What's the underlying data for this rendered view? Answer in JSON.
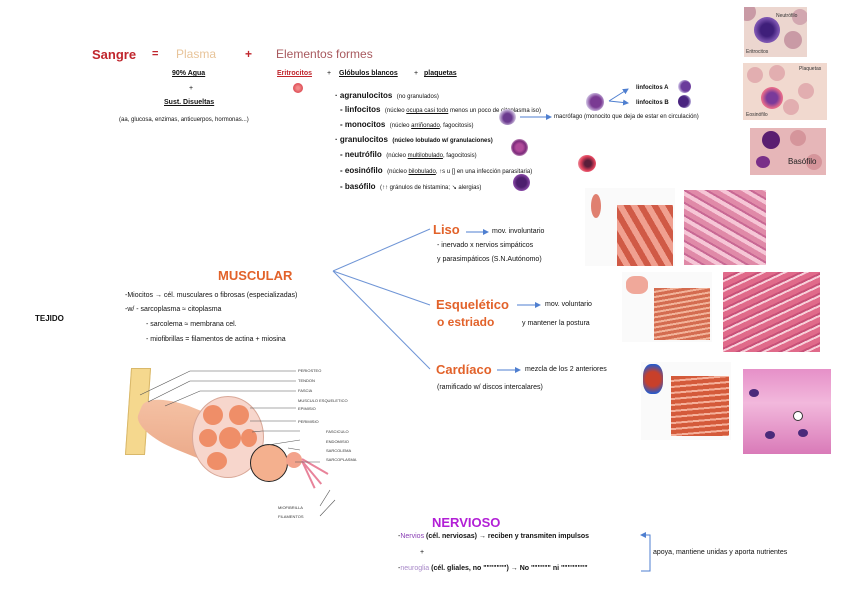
{
  "colors": {
    "sangre": "#c0262d",
    "plasma": "#e8c49a",
    "elementos": "#a8595e",
    "eritrocitos": "#c0262d",
    "muscle_title": "#e2622a",
    "nervioso": "#b21fd6",
    "nervios": "#8a3fb5",
    "neuroglia": "#a889c9",
    "connector": "#6f95d6"
  },
  "tejido_label": "TEJIDO",
  "sangre": {
    "title": "Sangre",
    "equals": "=",
    "plasma": "Plasma",
    "plus": "+",
    "elementos": "Elementos formes",
    "plasma_water": "90% Agua",
    "plasma_plus": "+",
    "plasma_dissolved": "Sust. Disueltas",
    "plasma_dissolved_detail": "(aa, glucosa, enzimas, anticuerpos, hormonas...)",
    "eritrocitos": "Eritrocitos",
    "plus2": "+",
    "globulos": "Glóbulos blancos",
    "plus3": "+",
    "plaquetas": "plaquetas",
    "agranulocitos": "· agranulocitos",
    "agranulocitos_note": "(no granulados)",
    "linfocitos": "- linfocitos",
    "linfocitos_note_a": "(núcleo ",
    "linfocitos_note_u": "ocupa casi todo",
    "linfocitos_note_b": " menos un poco de citoplasma iso)",
    "linfocito_a": "linfocitos A",
    "linfocito_b": "linfocitos B",
    "monocitos": "- monocitos",
    "monocitos_note_a": "(núcleo ",
    "monocitos_note_u": "arriñonado",
    "monocitos_note_b": ", fagocitosis)",
    "macrofago": "macrófago (monocito que deja de estar en circulación)",
    "granulocitos": "· granulocitos",
    "granulocitos_note": "(núcleo lobulado w/ granulaciones)",
    "neutrofilo": "- neutrófilo",
    "neutrofilo_note_a": "(núcleo ",
    "neutrofilo_note_u": "multilobulado",
    "neutrofilo_note_b": ", fagocitosis)",
    "eosinofilo": "- eosinófilo",
    "eosinofilo_note_a": "(núcleo ",
    "eosinofilo_note_u": "bilobulado",
    "eosinofilo_note_b": ", ↑s u [] en una infección parasitaria)",
    "basofilo": "- basófilo",
    "basofilo_note": "(↑↑ gránulos de histamina; ↘ alergias)",
    "photo_labels": {
      "neutrofilo": "Neutrófilo",
      "eritrocitos": "Eritrocitos",
      "plaquetas": "Plaquetas",
      "eosinofilo": "Eosinófilo",
      "basofilo": "Basófilo"
    }
  },
  "muscular": {
    "title": "MUSCULAR",
    "lines": [
      "-Miocitos → cél. musculares o fibrosas (especializadas)",
      "-w/ - sarcoplasma ≈ citoplasma",
      "- sarcolema ≈ membrana cel.",
      "- miofibrillas = filamentos de actina + miosina"
    ],
    "liso": {
      "title": "Liso",
      "desc": "mov. involuntario",
      "line2": "- inervado x nervios simpáticos",
      "line3": "y parasimpáticos (S.N.Autónomo)"
    },
    "esqueletico": {
      "title": "Esquelético",
      "title2": "o estriado",
      "desc": "mov. voluntario",
      "line2": "y mantener la postura"
    },
    "cardiaco": {
      "title": "Cardíaco",
      "desc": "mezcla de los 2 anteriores",
      "line2": "(ramificado w/ discos intercalares)"
    },
    "diagram_labels": [
      "PERIOSTEO",
      "TENDON",
      "FASCIA",
      "MUSCULO ESQUELETICO",
      "EPIMISIO",
      "PERIMISIO",
      "FASCICULO",
      "ENDOMISIO",
      "SARCOLEMA",
      "SARCOPLASMA",
      "MIOFIBRILLA",
      "FILAMENTOS"
    ]
  },
  "nervioso": {
    "title": "NERVIOSO",
    "nervios_dash": "-",
    "nervios": "Nervios",
    "nervios_rest": "(cél. nerviosas) → reciben y transmiten impulsos",
    "plus": "+",
    "neuroglia_dash": "-",
    "neuroglia": "neuroglia",
    "neuroglia_rest": "(cél. gliales, no \"\"\"\"\"\"\") → No \"\"\"\"\"\" ni \"\"\"\"\"\"\"\"",
    "bracket_note": "apoya, mantiene unidas y aporta nutrientes"
  }
}
